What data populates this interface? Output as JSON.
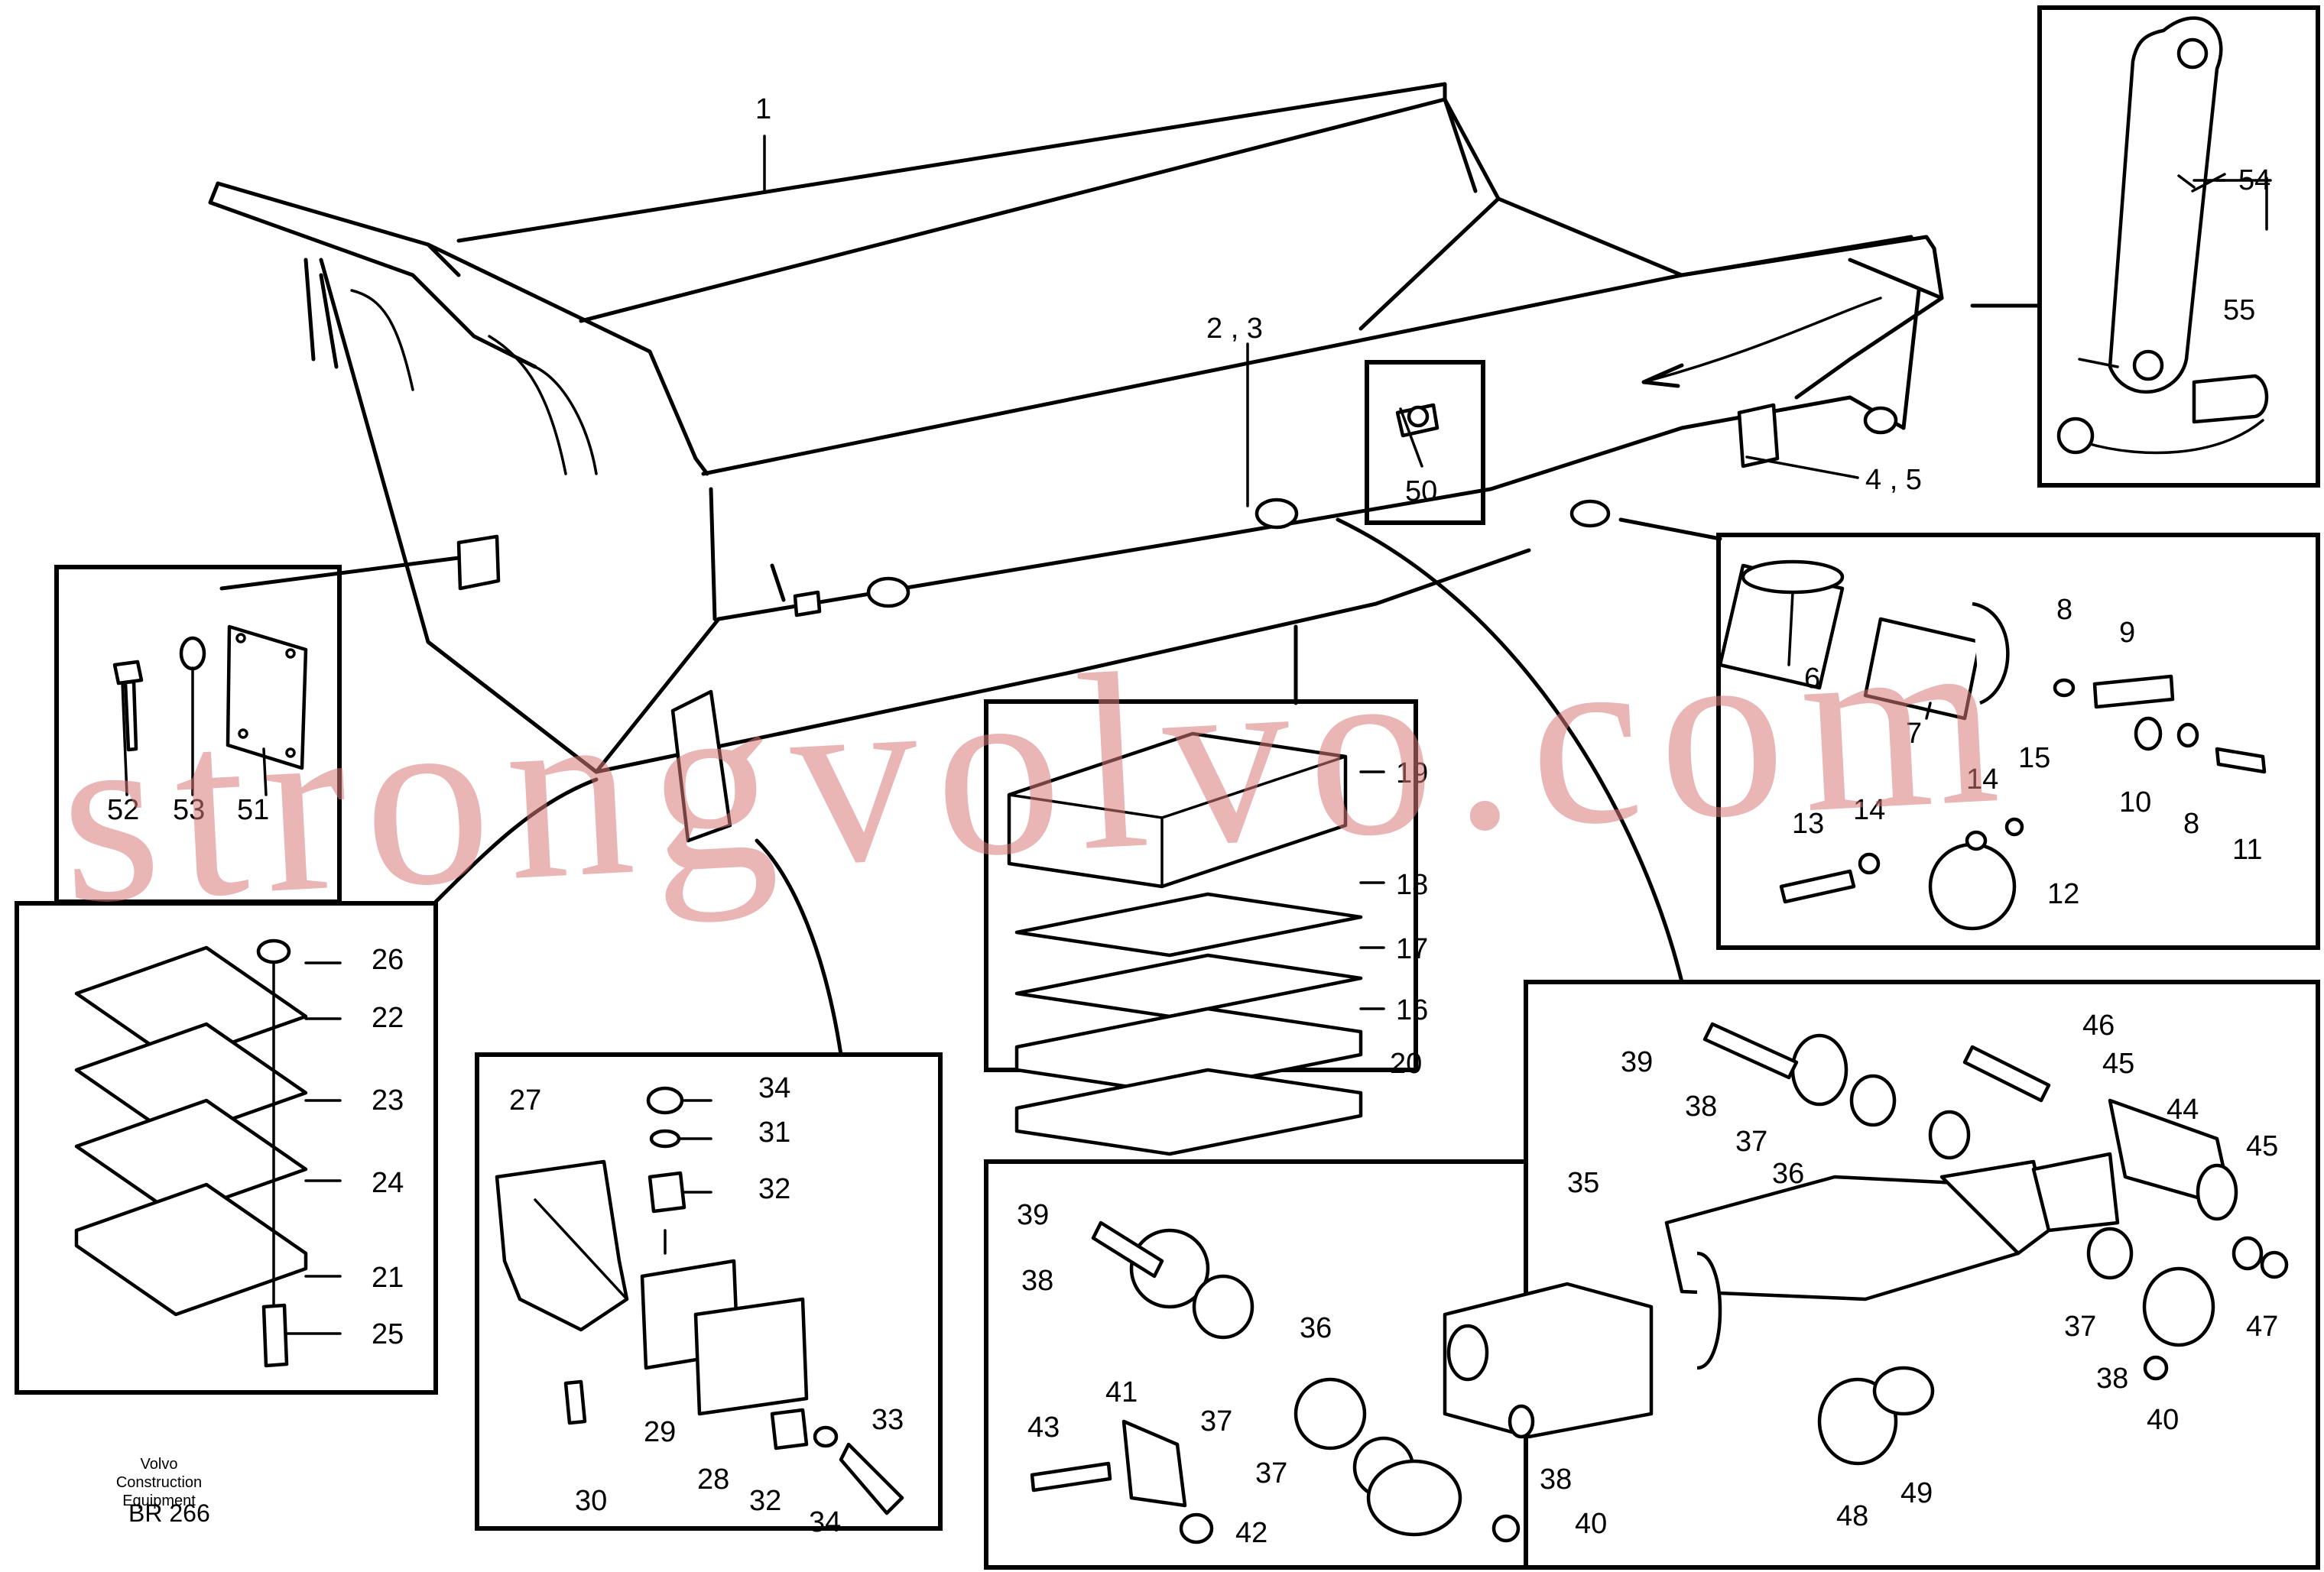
{
  "footer": {
    "company_line1": "Volvo Construction",
    "company_line2": "Equipment",
    "code": "BR 266"
  },
  "watermark": "strongvolvo.com",
  "callouts": {
    "c1": "1",
    "c2_3": "2 , 3",
    "c4_5": "4 , 5",
    "c50": "50",
    "c54": "54",
    "c55": "55",
    "c52": "52",
    "c53": "53",
    "c51": "51",
    "c6": "6",
    "c7": "7",
    "c8a": "8",
    "c8b": "8",
    "c9": "9",
    "c10": "10",
    "c11": "11",
    "c12": "12",
    "c13": "13",
    "c14a": "14",
    "c14b": "14",
    "c15": "15",
    "c19": "19",
    "c18": "18",
    "c17": "17",
    "c16": "16",
    "c20": "20",
    "c26": "26",
    "c22": "22",
    "c23": "23",
    "c24": "24",
    "c21": "21",
    "c25": "25",
    "c27": "27",
    "c34a": "34",
    "c31": "31",
    "c32a": "32",
    "c29": "29",
    "c28": "28",
    "c30": "30",
    "c32b": "32",
    "c34b": "34",
    "c33": "33",
    "c39a": "39",
    "c38a": "38",
    "c37a": "37",
    "c36a": "36",
    "c46": "46",
    "c45a": "45",
    "c44": "44",
    "c45b": "45",
    "c35": "35",
    "c39b": "39",
    "c38b": "38",
    "c37b": "37",
    "c36b": "36",
    "c43": "43",
    "c41": "41",
    "c37c": "37",
    "c38c": "38",
    "c40a": "40",
    "c42": "42",
    "c37d": "37",
    "c38d": "38",
    "c47": "47",
    "c40b": "40",
    "c48": "48",
    "c49": "49"
  }
}
